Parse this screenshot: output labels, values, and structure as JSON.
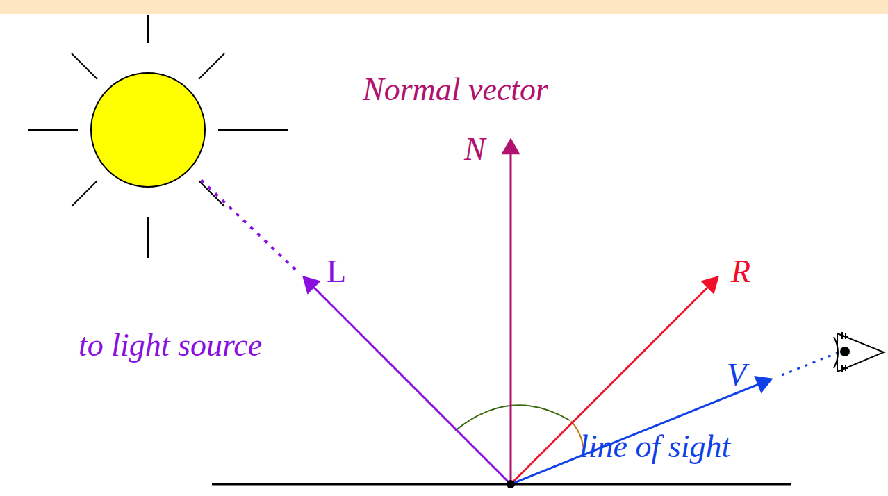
{
  "diagram": {
    "labels": [
      "Normal vector",
      "N",
      "L",
      "R",
      "V",
      "to light source",
      "line of sight"
    ]
  }
}
